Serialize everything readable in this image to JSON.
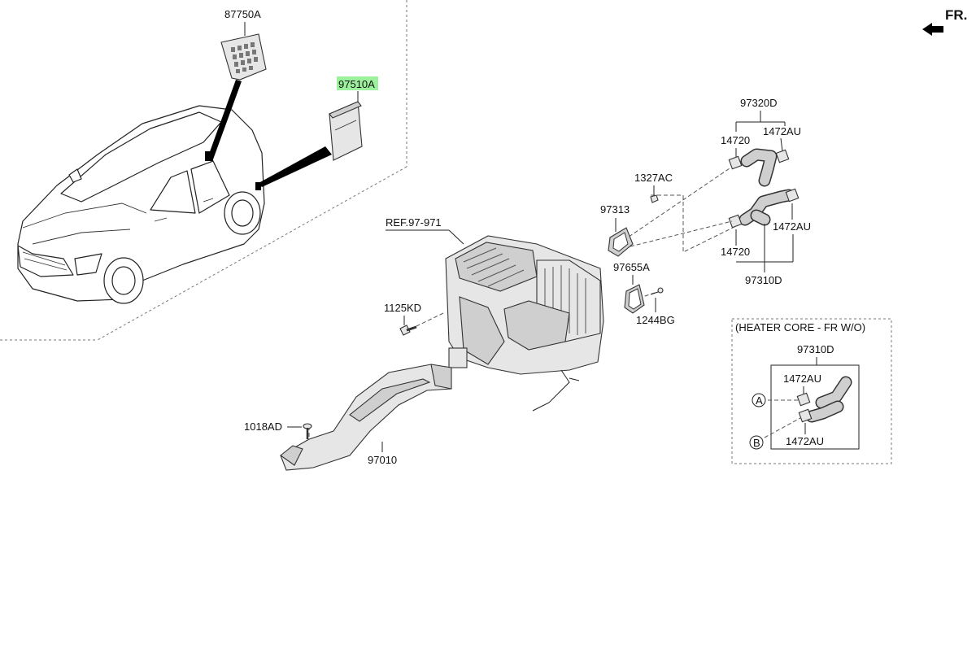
{
  "diagram": {
    "direction_marker": {
      "text": "FR.",
      "arrow_icon": "arrow-left-icon"
    },
    "parts": [
      {
        "id": "87750A",
        "label": "87750A",
        "highlighted": false
      },
      {
        "id": "97510A",
        "label": "97510A",
        "highlighted": true
      },
      {
        "id": "97320D",
        "label": "97320D",
        "highlighted": false
      },
      {
        "id": "14720_upper",
        "label": "14720",
        "highlighted": false
      },
      {
        "id": "1472AU_upper",
        "label": "1472AU",
        "highlighted": false
      },
      {
        "id": "1327AC",
        "label": "1327AC",
        "highlighted": false
      },
      {
        "id": "97313",
        "label": "97313",
        "highlighted": false
      },
      {
        "id": "1472AU_lower",
        "label": "1472AU",
        "highlighted": false
      },
      {
        "id": "14720_lower",
        "label": "14720",
        "highlighted": false
      },
      {
        "id": "97310D",
        "label": "97310D",
        "highlighted": false
      },
      {
        "id": "REF",
        "label": "REF.97-971",
        "highlighted": false
      },
      {
        "id": "97655A",
        "label": "97655A",
        "highlighted": false
      },
      {
        "id": "1125KD",
        "label": "1125KD",
        "highlighted": false
      },
      {
        "id": "1244BG",
        "label": "1244BG",
        "highlighted": false
      },
      {
        "id": "1018AD",
        "label": "1018AD",
        "highlighted": false
      },
      {
        "id": "97010",
        "label": "97010",
        "highlighted": false
      }
    ],
    "inset": {
      "title": "(HEATER CORE - FR W/O)",
      "labels": [
        "97310D",
        "1472AU",
        "1472AU"
      ],
      "callouts": [
        "A",
        "B"
      ]
    },
    "colors": {
      "highlight": "#9cf29c",
      "line": "#222222",
      "part_fill": "#e6e6e6"
    }
  }
}
